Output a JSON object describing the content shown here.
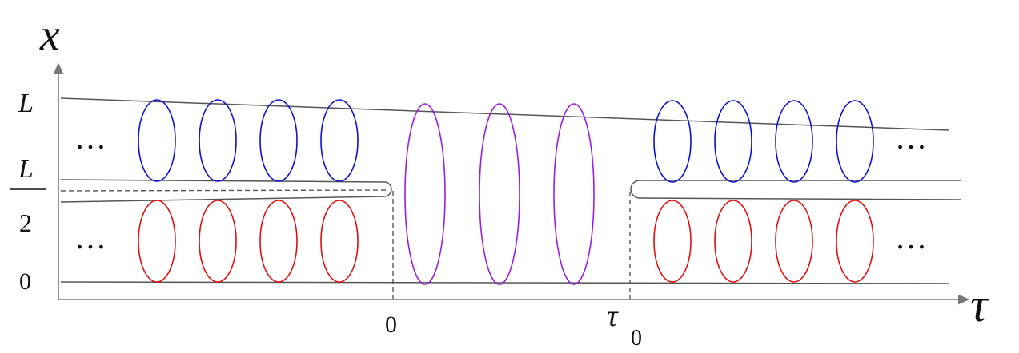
{
  "axes": {
    "x_label": "x",
    "tau_label": "τ",
    "left_ticks": {
      "L": "L",
      "half_numerator": "L",
      "half_denominator": "2",
      "zero": "0"
    },
    "bottom_ticks": {
      "zero": "0",
      "tau0_symbol": "τ",
      "tau0_subscript": "0"
    }
  },
  "ellipsis": "…",
  "colors": {
    "line": "#555555",
    "axis": "#777777",
    "upper_ellipses": "#1010cc",
    "lower_ellipses": "#e01010",
    "middle_ellipses": "#9b1fe0"
  },
  "groups": {
    "left_upper_count": 4,
    "left_lower_count": 4,
    "middle_count": 3,
    "right_upper_count": 4,
    "right_lower_count": 4
  }
}
